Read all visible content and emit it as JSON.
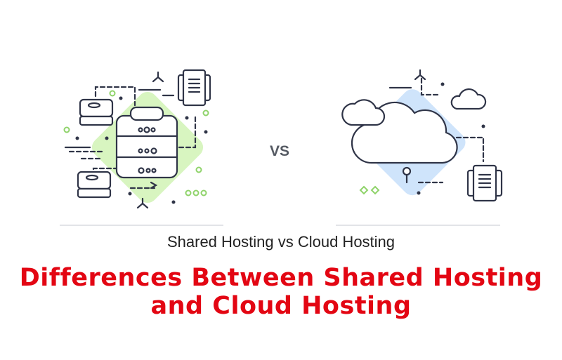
{
  "image": {
    "vs_label": "VS",
    "subtitle": "Shared Hosting vs Cloud Hosting",
    "title_line1": "Differences Between Shared Hosting",
    "title_line2": "and Cloud Hosting",
    "colors": {
      "title": "#e30613",
      "green_accent": "#d8f5c0",
      "blue_accent": "#cfe4fb",
      "outline": "#2f3447"
    },
    "icons": [
      "database-server-icon",
      "hard-drive-icon",
      "server-rack-icon",
      "cloud-icon"
    ]
  }
}
